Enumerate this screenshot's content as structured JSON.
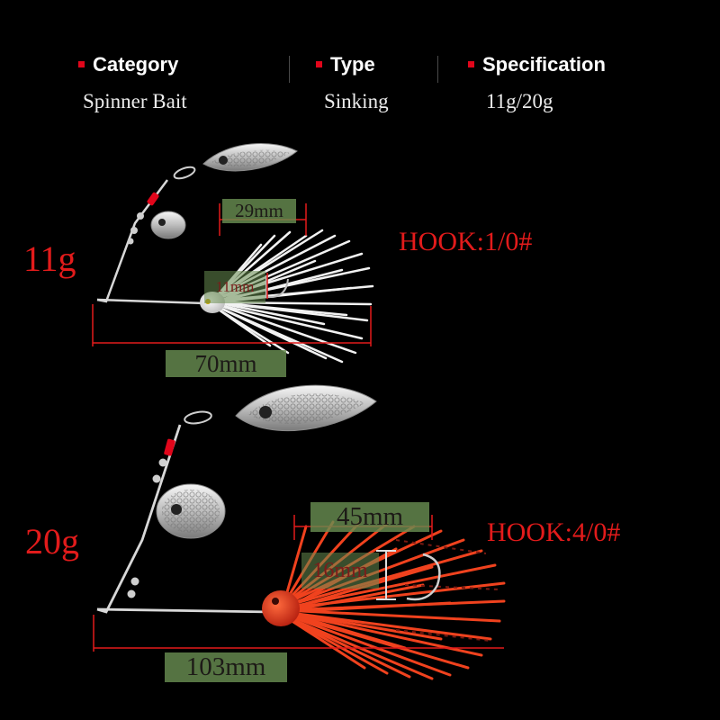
{
  "header": {
    "columns": [
      {
        "label": "Category",
        "value": "Spinner Bait"
      },
      {
        "label": "Type",
        "value": "Sinking"
      },
      {
        "label": "Specification",
        "value": "11g/20g"
      }
    ]
  },
  "colors": {
    "accent_red": "#e1061b",
    "label_red": "#e21b1b",
    "measure_green": "#688c50",
    "skirt_white": "#f2f2f2",
    "skirt_red": "#f0421e",
    "background": "#000000"
  },
  "products": [
    {
      "weight": "11g",
      "hook": "HOOK:1/0#",
      "skirt_length": "29mm",
      "head_size": "11mm",
      "total_length": "70mm"
    },
    {
      "weight": "20g",
      "hook": "HOOK:4/0#",
      "skirt_length": "45mm",
      "head_size": "16mm",
      "total_length": "103mm"
    }
  ]
}
